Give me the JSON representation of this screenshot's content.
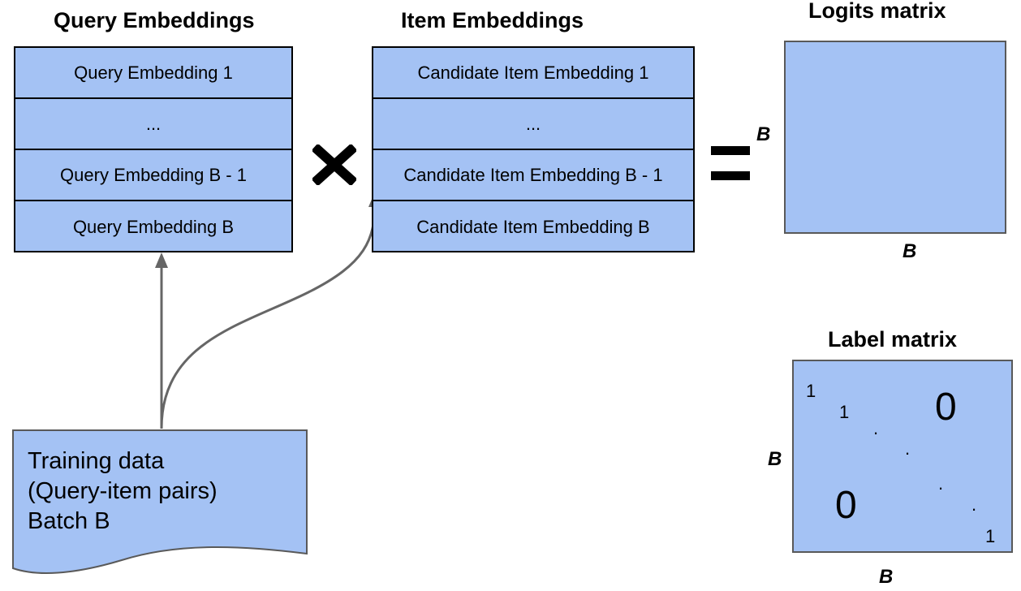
{
  "query_stack": {
    "title": "Query Embeddings",
    "rows": [
      "Query Embedding 1",
      "...",
      "Query Embedding B - 1",
      "Query Embedding B"
    ]
  },
  "item_stack": {
    "title": "Item Embeddings",
    "rows": [
      "Candidate Item Embedding 1",
      "...",
      "Candidate Item Embedding B - 1",
      "Candidate Item Embedding B"
    ]
  },
  "logits": {
    "title": "Logits matrix",
    "row_dim": "B",
    "col_dim": "B"
  },
  "labels": {
    "title": "Label matrix",
    "row_dim": "B",
    "col_dim": "B",
    "diag_1a": "1",
    "diag_1b": "1",
    "diag_1c": "1",
    "upper_zero": "0",
    "lower_zero": "0",
    "dots": [
      ".",
      ".",
      ".",
      "."
    ]
  },
  "training": {
    "line1": "Training data",
    "line2": "(Query-item pairs)",
    "line3": "Batch B"
  },
  "colors": {
    "fill": "#a4c2f4",
    "arrow": "#666666"
  }
}
